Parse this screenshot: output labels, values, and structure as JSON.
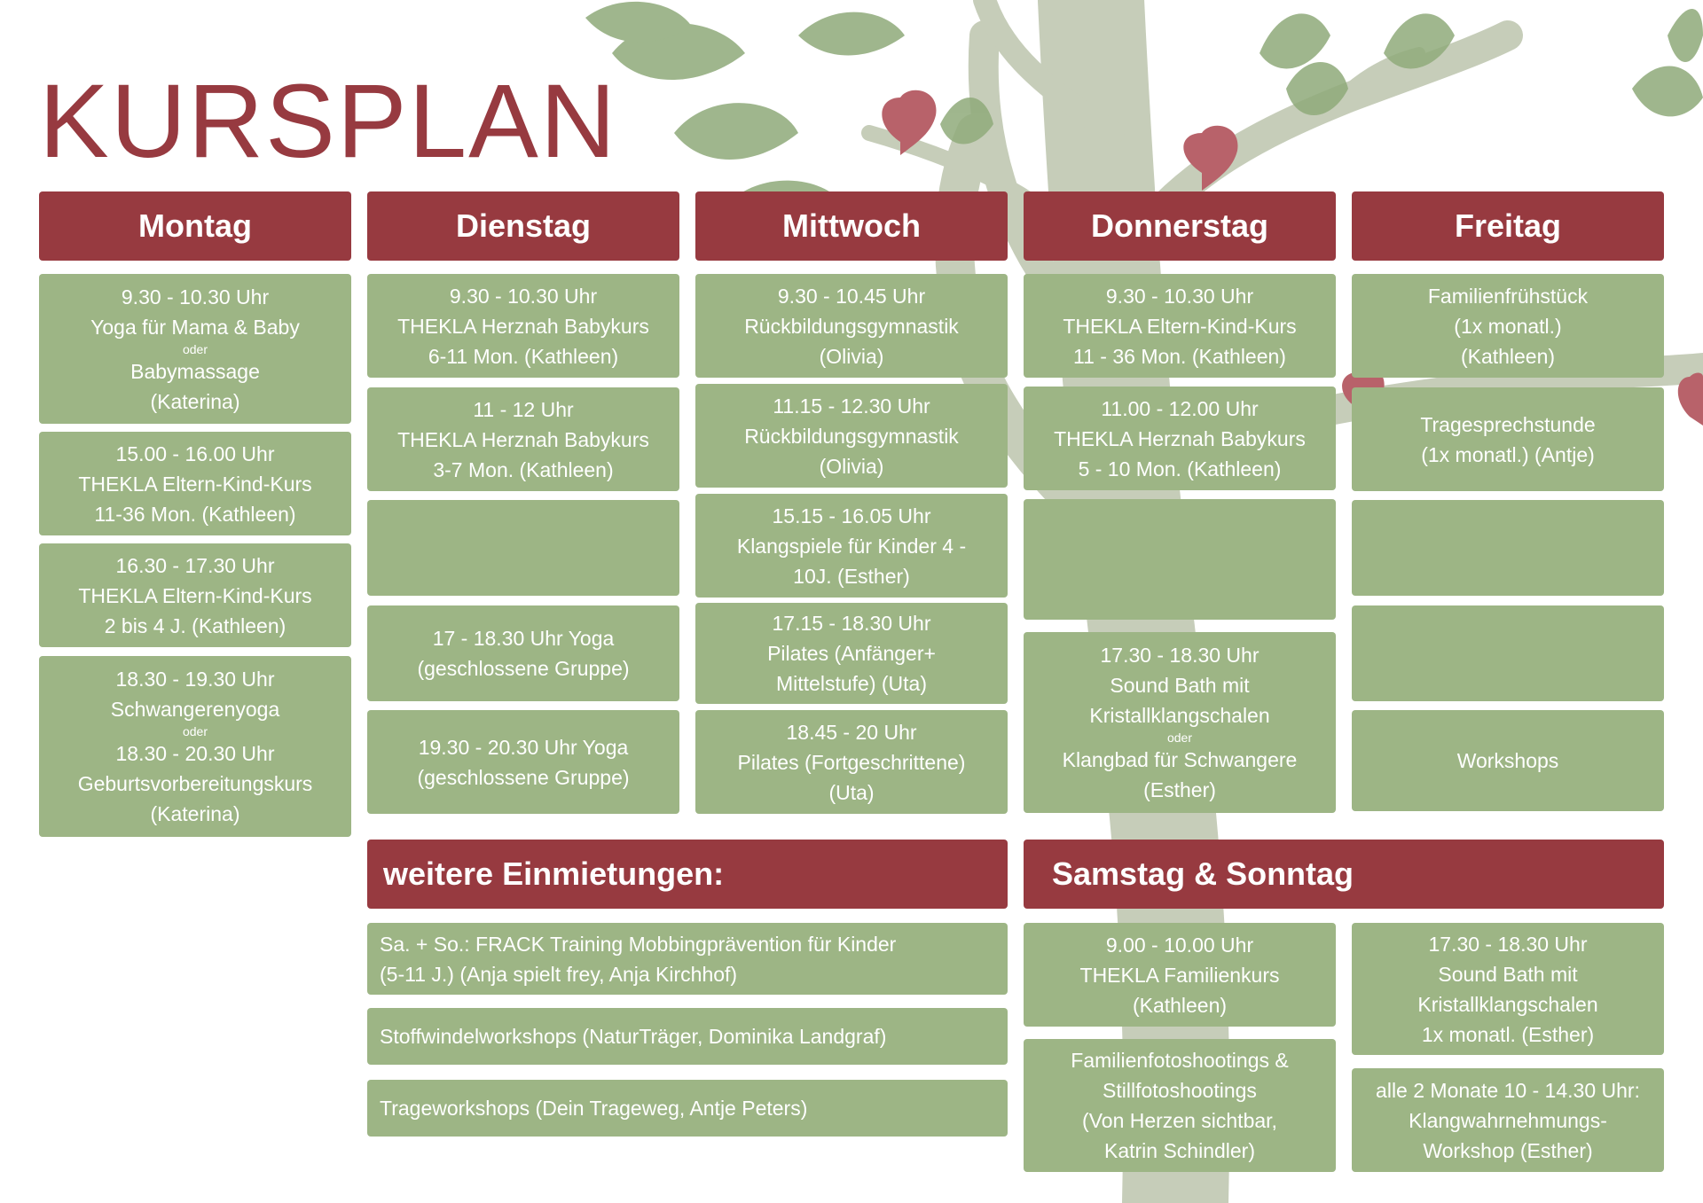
{
  "title": "KURSPLAN",
  "colors": {
    "header": "#973a40",
    "box": "#9db585",
    "tree": "#c6cdb9",
    "leaf": "#8faa7a",
    "heart": "#b8626a"
  },
  "days": {
    "montag": "Montag",
    "dienstag": "Dienstag",
    "mittwoch": "Mittwoch",
    "donnerstag": "Donnerstag",
    "freitag": "Freitag"
  },
  "montag": [
    {
      "lines": [
        "9.30 - 10.30 Uhr",
        "Yoga für Mama & Baby"
      ],
      "oder": "oder",
      "lines2": [
        "Babymassage",
        "(Katerina)"
      ]
    },
    {
      "lines": [
        "15.00 - 16.00 Uhr",
        "THEKLA Eltern-Kind-Kurs",
        "11-36 Mon. (Kathleen)"
      ]
    },
    {
      "lines": [
        "16.30 - 17.30 Uhr",
        "THEKLA Eltern-Kind-Kurs",
        "2 bis 4 J. (Kathleen)"
      ]
    },
    {
      "lines": [
        "18.30 - 19.30 Uhr",
        "Schwangerenyoga"
      ],
      "oder": "oder",
      "lines2": [
        "18.30 - 20.30 Uhr",
        "Geburtsvorbereitungskurs",
        "(Katerina)"
      ]
    }
  ],
  "dienstag": [
    {
      "lines": [
        "9.30 - 10.30 Uhr",
        "THEKLA Herznah Babykurs",
        "6-11 Mon. (Kathleen)"
      ]
    },
    {
      "lines": [
        "11 - 12 Uhr",
        "THEKLA Herznah Babykurs",
        "3-7 Mon. (Kathleen)"
      ]
    },
    {
      "lines": []
    },
    {
      "lines": [
        "17 - 18.30 Uhr Yoga",
        "(geschlossene Gruppe)"
      ]
    },
    {
      "lines": [
        "19.30 - 20.30 Uhr Yoga",
        "(geschlossene Gruppe)"
      ]
    }
  ],
  "mittwoch": [
    {
      "lines": [
        "9.30 - 10.45 Uhr",
        "Rückbildungsgymnastik",
        "(Olivia)"
      ]
    },
    {
      "lines": [
        "11.15 - 12.30 Uhr",
        "Rückbildungsgymnastik",
        "(Olivia)"
      ]
    },
    {
      "lines": [
        "15.15 - 16.05 Uhr",
        "Klangspiele für Kinder 4 -",
        "10J. (Esther)"
      ]
    },
    {
      "lines": [
        "17.15 - 18.30 Uhr",
        "Pilates (Anfänger+",
        "Mittelstufe) (Uta)"
      ]
    },
    {
      "lines": [
        "18.45 - 20 Uhr",
        "Pilates (Fortgeschrittene)",
        "(Uta)"
      ]
    }
  ],
  "donnerstag": [
    {
      "lines": [
        "9.30 - 10.30 Uhr",
        "THEKLA Eltern-Kind-Kurs",
        "11 - 36 Mon. (Kathleen)"
      ]
    },
    {
      "lines": [
        "11.00 - 12.00 Uhr",
        "THEKLA Herznah Babykurs",
        "5 - 10 Mon. (Kathleen)"
      ]
    },
    {
      "lines": []
    },
    {
      "lines": [
        "17.30 - 18.30 Uhr",
        "Sound Bath mit",
        "Kristallklangschalen"
      ],
      "oder": "oder",
      "lines2": [
        "Klangbad für Schwangere",
        "(Esther)"
      ]
    }
  ],
  "freitag": [
    {
      "lines": [
        "Familienfrühstück",
        "(1x monatl.)",
        "(Kathleen)"
      ]
    },
    {
      "lines": [
        "Tragesprechstunde",
        "(1x monatl.) (Antje)"
      ]
    },
    {
      "lines": []
    },
    {
      "lines": []
    },
    {
      "lines": [
        "Workshops"
      ]
    }
  ],
  "weitere": {
    "header": "weitere Einmietungen:",
    "items": [
      {
        "lines": [
          "Sa. + So.: FRACK Training Mobbingprävention für Kinder",
          "(5-11 J.) (Anja spielt frey, Anja Kirchhof)"
        ]
      },
      {
        "lines": [
          "Stoffwindelworkshops (NaturTräger, Dominika Landgraf)"
        ]
      },
      {
        "lines": [
          "Trageworkshops (Dein Trageweg, Antje Peters)"
        ]
      }
    ]
  },
  "wochenende": {
    "header": "Samstag & Sonntag",
    "left": [
      {
        "lines": [
          "9.00 - 10.00 Uhr",
          "THEKLA Familienkurs",
          "(Kathleen)"
        ]
      },
      {
        "lines": [
          "Familienfotoshootings &",
          "Stillfotoshootings",
          "(Von Herzen sichtbar,",
          "Katrin Schindler)"
        ]
      }
    ],
    "right": [
      {
        "lines": [
          "17.30 - 18.30 Uhr",
          "Sound Bath mit",
          "Kristallklangschalen",
          "1x monatl. (Esther)"
        ]
      },
      {
        "lines": [
          "alle 2 Monate 10 - 14.30 Uhr:",
          "Klangwahrnehmungs-",
          "Workshop (Esther)"
        ]
      }
    ]
  }
}
